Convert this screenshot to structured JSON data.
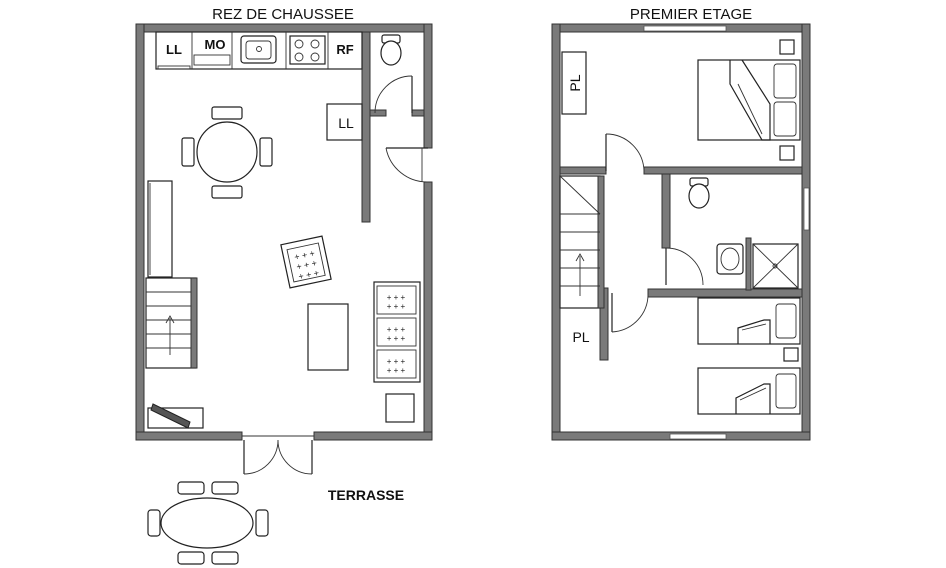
{
  "floors": {
    "ground": {
      "title": "REZ DE CHAUSSEE"
    },
    "first": {
      "title": "PREMIER ETAGE"
    }
  },
  "labels": {
    "terrace": "TERRASSE",
    "ll_kitchen": "LL",
    "mo": "MO",
    "rf": "RF",
    "ll_ground": "LL",
    "pl_top": "PL",
    "pl_bottom": "PL"
  },
  "colors": {
    "wall": "#7a7a7a",
    "line": "#222222",
    "background": "#ffffff"
  }
}
